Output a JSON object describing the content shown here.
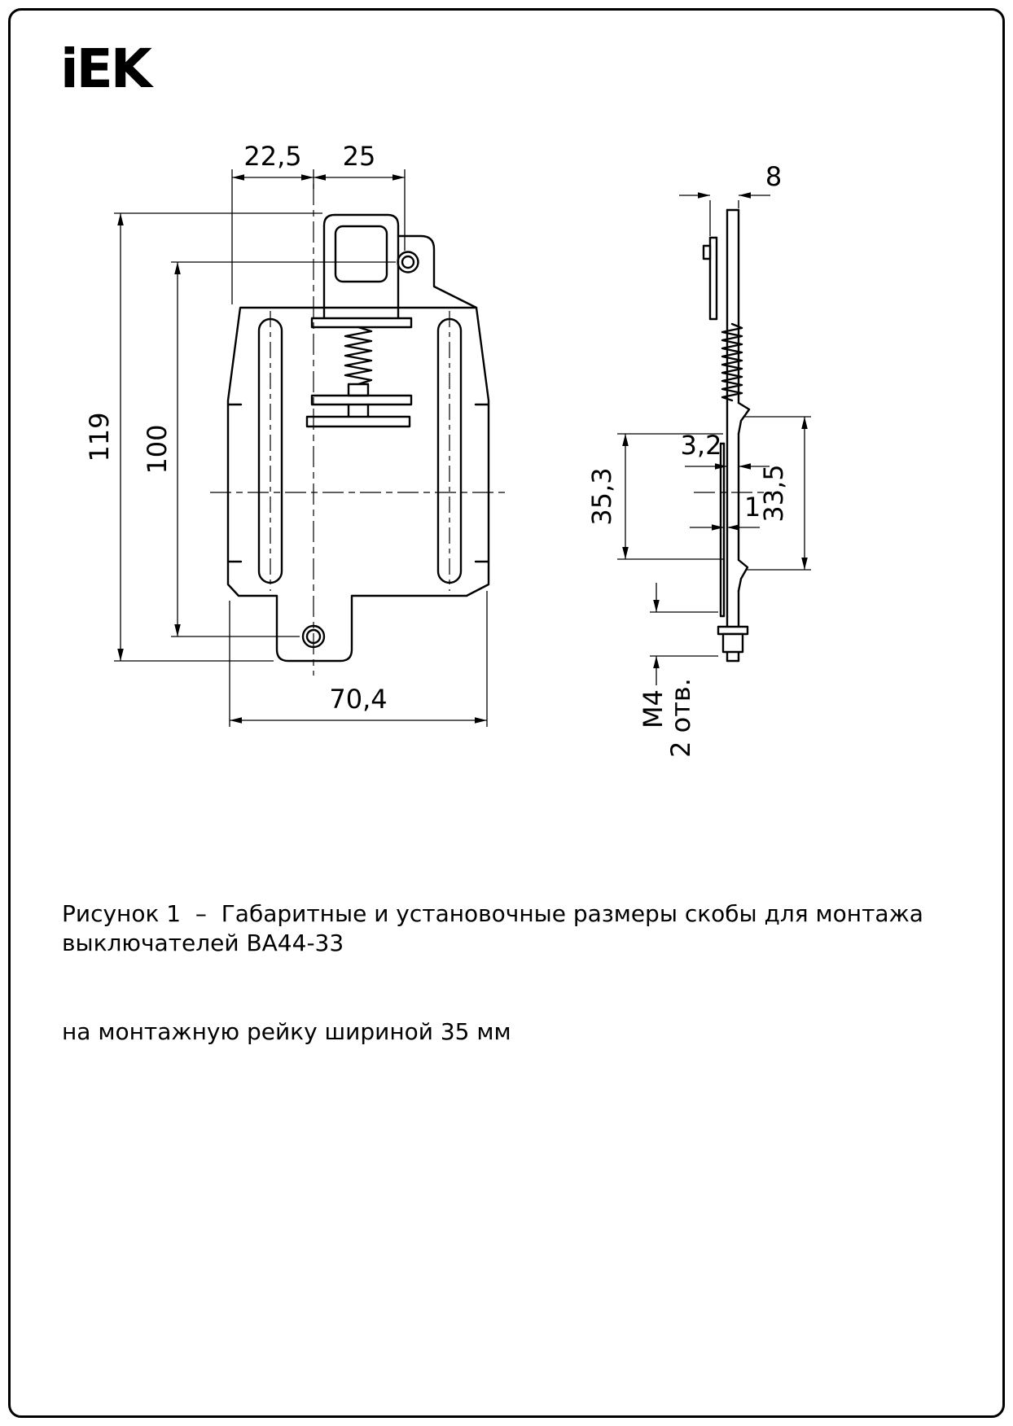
{
  "logo": {
    "text": "iEK"
  },
  "front_view": {
    "dim_22_5": "22,5",
    "dim_25": "25",
    "dim_119": "119",
    "dim_100": "100",
    "dim_70_4": "70,4"
  },
  "side_view": {
    "dim_8": "8",
    "dim_3_2": "3,2",
    "dim_35_3": "35,3",
    "dim_1": "1",
    "dim_33_5": "33,5",
    "dim_m4": "M4",
    "dim_holes": "2 отв."
  },
  "caption": {
    "line1": "Рисунок 1  –  Габаритные и установочные размеры скобы для монтажа выключателей ВА44-33",
    "line2": "на монтажную рейку шириной 35 мм"
  }
}
